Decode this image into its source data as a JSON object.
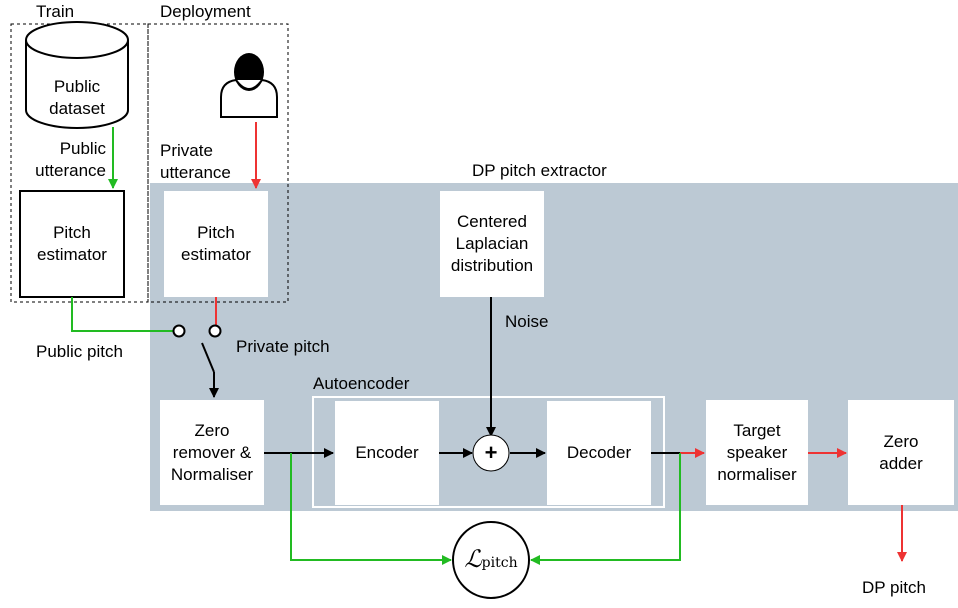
{
  "sections": {
    "train": "Train",
    "deployment": "Deployment"
  },
  "nodes": {
    "public_dataset": "Public\ndataset",
    "pitch_estimator_train": "Pitch\nestimator",
    "pitch_estimator_deploy": "Pitch\nestimator",
    "laplacian": "Centered\nLaplacian\ndistribution",
    "zero_remover": "Zero\nremover &\nNormaliser",
    "encoder": "Encoder",
    "decoder": "Decoder",
    "target_normaliser": "Target\nspeaker\nnormaliser",
    "zero_adder": "Zero\nadder",
    "plus": "+",
    "loss": "ℒ",
    "loss_sub": "pitch"
  },
  "labels": {
    "public_utterance": "Public\nutterance",
    "private_utterance": "Private\nutterance",
    "dp_pitch_extractor": "DP pitch extractor",
    "noise": "Noise",
    "public_pitch": "Public pitch",
    "private_pitch": "Private pitch",
    "autoencoder": "Autoencoder",
    "dp_pitch": "DP pitch"
  },
  "colors": {
    "panel": "#bcc9d4",
    "public_flow": "#22bb22",
    "private_flow": "#ee3333",
    "default_flow": "#000000"
  }
}
